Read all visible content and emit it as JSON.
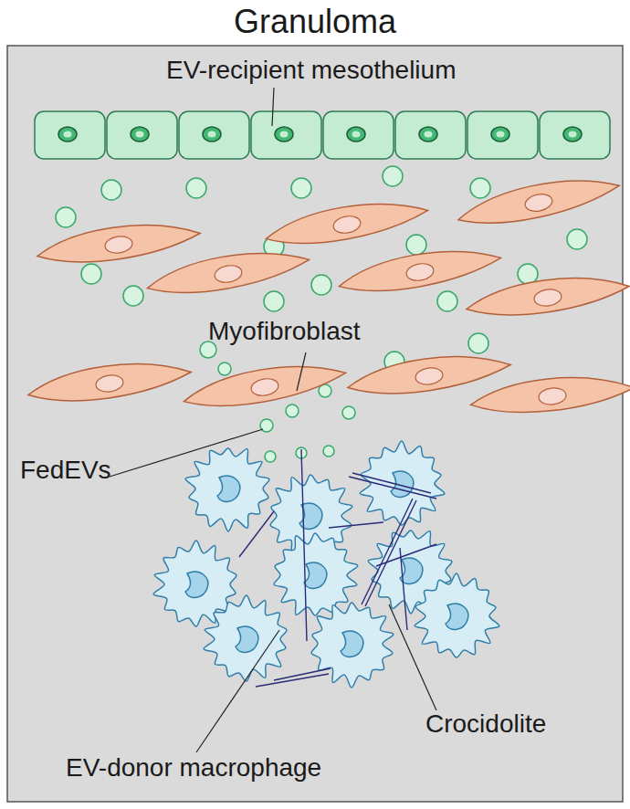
{
  "diagram": {
    "title": "Granuloma",
    "labels": [
      "EV-recipient mesothelium",
      "Myofibroblast",
      "FedEVs",
      "Crocidolite",
      "EV-donor macrophage"
    ]
  }
}
